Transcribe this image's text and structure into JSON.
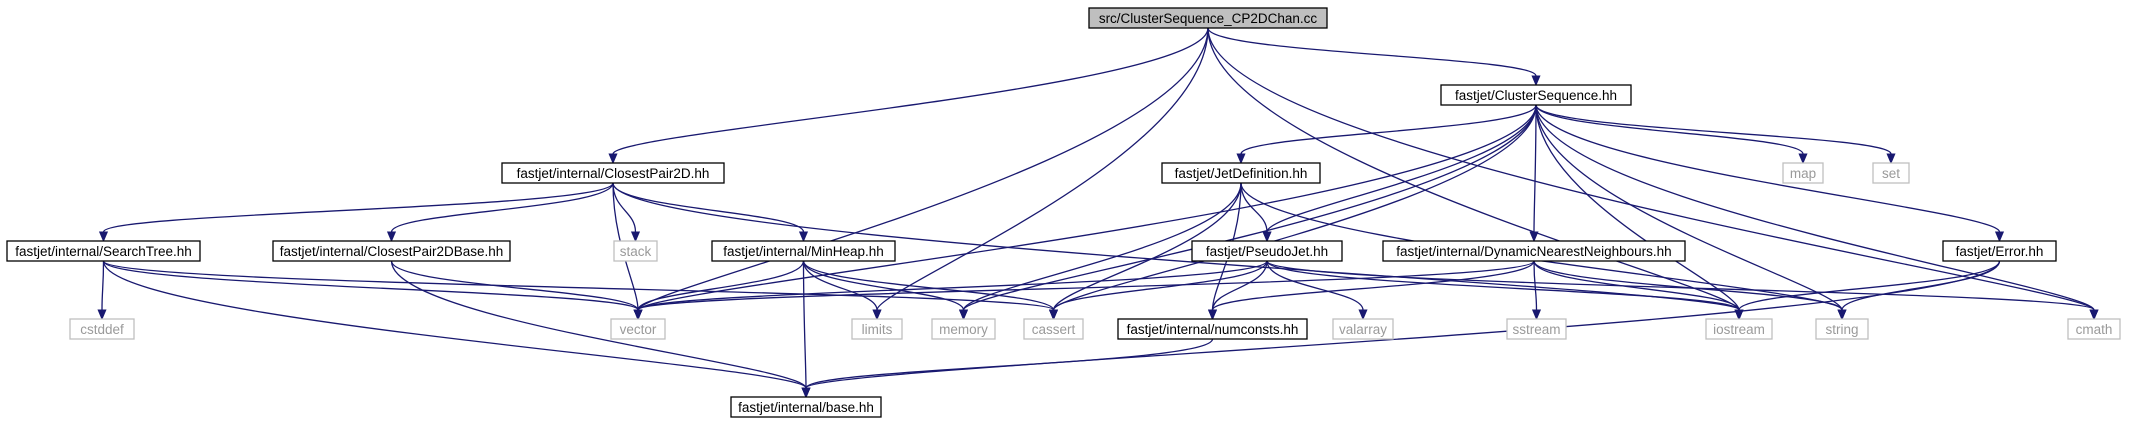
{
  "graph": {
    "colors": {
      "edge": "#191970",
      "main_fill": "#bfbfbf",
      "header_border": "#000000",
      "system_border": "#bfbfbf",
      "system_text": "#9a9a9a"
    },
    "nodes": [
      {
        "id": "main",
        "label": "src/ClusterSequence_CP2DChan.cc",
        "kind": "main"
      },
      {
        "id": "cs",
        "label": "fastjet/ClusterSequence.hh",
        "kind": "header"
      },
      {
        "id": "cp2d",
        "label": "fastjet/internal/ClosestPair2D.hh",
        "kind": "header"
      },
      {
        "id": "jetdef",
        "label": "fastjet/JetDefinition.hh",
        "kind": "header"
      },
      {
        "id": "map",
        "label": "map",
        "kind": "system"
      },
      {
        "id": "set",
        "label": "set",
        "kind": "system"
      },
      {
        "id": "searchtree",
        "label": "fastjet/internal/SearchTree.hh",
        "kind": "header"
      },
      {
        "id": "cp2dbase",
        "label": "fastjet/internal/ClosestPair2DBase.hh",
        "kind": "header"
      },
      {
        "id": "stack",
        "label": "stack",
        "kind": "system"
      },
      {
        "id": "minheap",
        "label": "fastjet/internal/MinHeap.hh",
        "kind": "header"
      },
      {
        "id": "pseudojet",
        "label": "fastjet/PseudoJet.hh",
        "kind": "header"
      },
      {
        "id": "dnn",
        "label": "fastjet/internal/DynamicNearestNeighbours.hh",
        "kind": "header"
      },
      {
        "id": "error",
        "label": "fastjet/Error.hh",
        "kind": "header"
      },
      {
        "id": "cstddef",
        "label": "cstddef",
        "kind": "system"
      },
      {
        "id": "vector",
        "label": "vector",
        "kind": "system"
      },
      {
        "id": "limits",
        "label": "limits",
        "kind": "system"
      },
      {
        "id": "memory",
        "label": "memory",
        "kind": "system"
      },
      {
        "id": "cassert",
        "label": "cassert",
        "kind": "system"
      },
      {
        "id": "numconsts",
        "label": "fastjet/internal/numconsts.hh",
        "kind": "header"
      },
      {
        "id": "valarray",
        "label": "valarray",
        "kind": "system"
      },
      {
        "id": "sstream",
        "label": "sstream",
        "kind": "system"
      },
      {
        "id": "iostream",
        "label": "iostream",
        "kind": "system"
      },
      {
        "id": "string",
        "label": "string",
        "kind": "system"
      },
      {
        "id": "cmath",
        "label": "cmath",
        "kind": "system"
      },
      {
        "id": "base",
        "label": "fastjet/internal/base.hh",
        "kind": "header"
      }
    ],
    "edges": [
      [
        "main",
        "cs"
      ],
      [
        "main",
        "cp2d"
      ],
      [
        "main",
        "vector"
      ],
      [
        "main",
        "limits"
      ],
      [
        "main",
        "iostream"
      ],
      [
        "main",
        "cmath"
      ],
      [
        "cs",
        "jetdef"
      ],
      [
        "cs",
        "pseudojet"
      ],
      [
        "cs",
        "dnn"
      ],
      [
        "cs",
        "error"
      ],
      [
        "cs",
        "vector"
      ],
      [
        "cs",
        "map"
      ],
      [
        "cs",
        "set"
      ],
      [
        "cs",
        "memory"
      ],
      [
        "cs",
        "cassert"
      ],
      [
        "cs",
        "iostream"
      ],
      [
        "cs",
        "string"
      ],
      [
        "cs",
        "cmath"
      ],
      [
        "cp2d",
        "searchtree"
      ],
      [
        "cp2d",
        "cp2dbase"
      ],
      [
        "cp2d",
        "minheap"
      ],
      [
        "cp2d",
        "stack"
      ],
      [
        "cp2d",
        "vector"
      ],
      [
        "cp2d",
        "iostream"
      ],
      [
        "jetdef",
        "pseudojet"
      ],
      [
        "jetdef",
        "memory"
      ],
      [
        "jetdef",
        "cassert"
      ],
      [
        "jetdef",
        "numconsts"
      ],
      [
        "jetdef",
        "string"
      ],
      [
        "searchtree",
        "cstddef"
      ],
      [
        "searchtree",
        "vector"
      ],
      [
        "searchtree",
        "cassert"
      ],
      [
        "searchtree",
        "base"
      ],
      [
        "cp2dbase",
        "vector"
      ],
      [
        "cp2dbase",
        "base"
      ],
      [
        "minheap",
        "vector"
      ],
      [
        "minheap",
        "limits"
      ],
      [
        "minheap",
        "memory"
      ],
      [
        "minheap",
        "cassert"
      ],
      [
        "minheap",
        "base"
      ],
      [
        "pseudojet",
        "vector"
      ],
      [
        "pseudojet",
        "cassert"
      ],
      [
        "pseudojet",
        "numconsts"
      ],
      [
        "pseudojet",
        "valarray"
      ],
      [
        "pseudojet",
        "iostream"
      ],
      [
        "pseudojet",
        "cmath"
      ],
      [
        "dnn",
        "vector"
      ],
      [
        "dnn",
        "numconsts"
      ],
      [
        "dnn",
        "sstream"
      ],
      [
        "dnn",
        "iostream"
      ],
      [
        "dnn",
        "string"
      ],
      [
        "error",
        "iostream"
      ],
      [
        "error",
        "string"
      ],
      [
        "error",
        "base"
      ],
      [
        "numconsts",
        "base"
      ]
    ]
  }
}
